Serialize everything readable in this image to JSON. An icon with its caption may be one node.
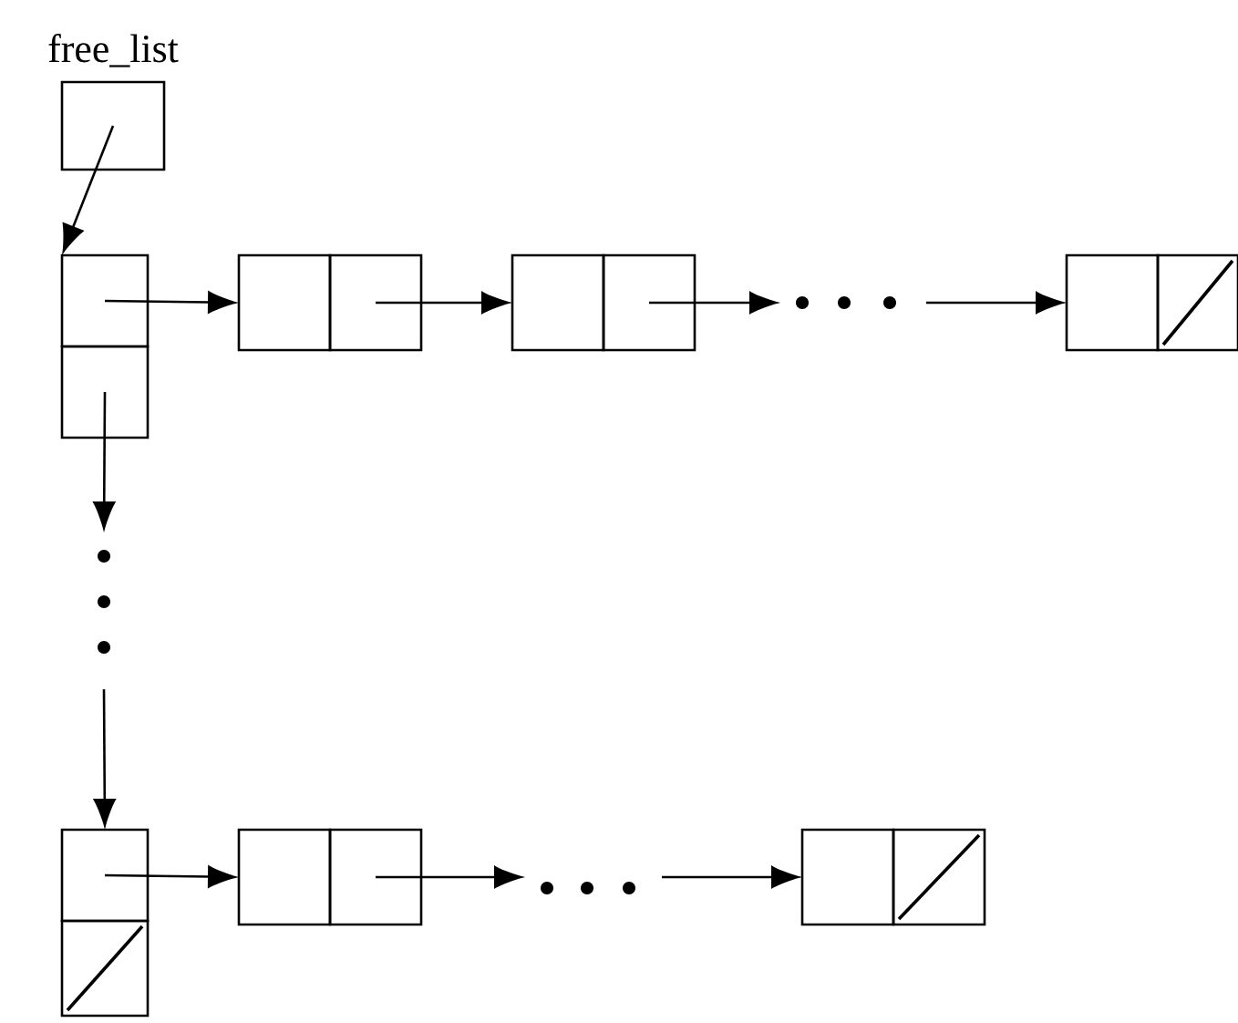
{
  "diagram": {
    "nodes": [
      {
        "text": [
          "free_list"
        ]
      },
      {
        "text": [],
        "shape": "box"
      },
      {
        "text": [],
        "shape": "box"
      },
      {
        "text": [],
        "shape": "box"
      },
      {
        "text": [],
        "shape": "box"
      },
      {
        "text": [],
        "shape": "box"
      },
      {
        "text": [],
        "shape": "box"
      },
      {
        "text": [],
        "shape": "box"
      },
      {
        "text": [],
        "shape": "box"
      },
      {
        "text": [],
        "shape": "box"
      },
      {
        "text": [],
        "shape": "box"
      },
      {
        "text": [],
        "shape": "box"
      },
      {
        "text": [],
        "shape": "box"
      },
      {
        "text": [],
        "shape": "box"
      },
      {
        "text": [],
        "shape": "box"
      }
    ],
    "edges": [
      {
        "from": 0,
        "to": 1,
        "arrow": "to"
      },
      {
        "from": 1,
        "to": 2,
        "arrow": "to"
      },
      {
        "from": 3,
        "to": 4,
        "arrow": "to"
      },
      {
        "from": 5,
        "to": null,
        "arrow": "to"
      },
      {
        "from": null,
        "to": 6,
        "arrow": "to"
      },
      {
        "from": 8,
        "to": null,
        "arrow": "to"
      },
      {
        "from": null,
        "to": 9,
        "arrow": "to"
      },
      {
        "from": 9,
        "to": 10,
        "arrow": "to"
      },
      {
        "from": 11,
        "to": null,
        "arrow": "to"
      },
      {
        "from": null,
        "to": 12,
        "arrow": "to"
      }
    ]
  }
}
